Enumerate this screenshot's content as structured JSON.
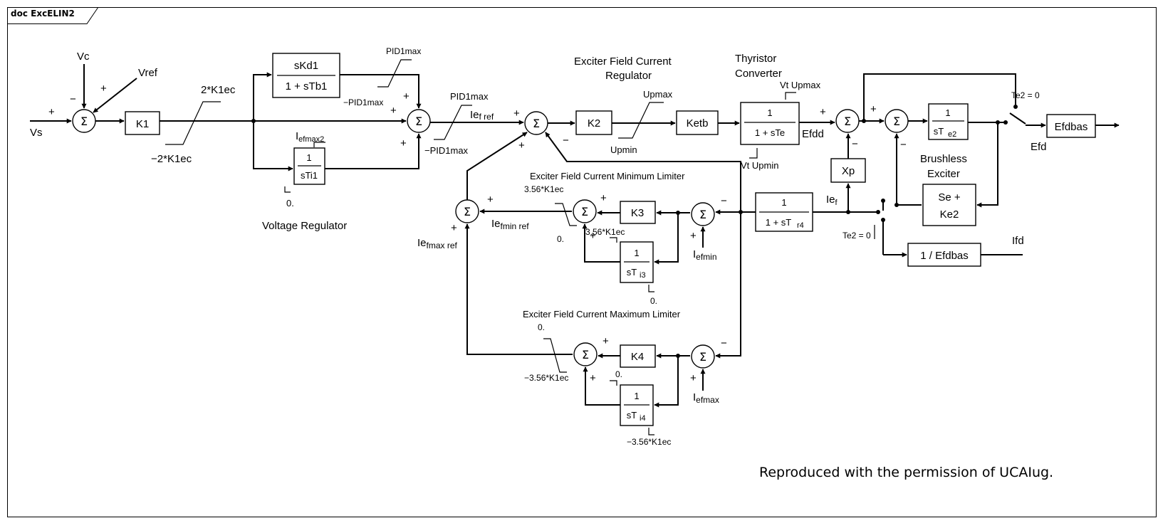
{
  "frame": {
    "tab_label": "doc ExcELIN2"
  },
  "credit": "Reproduced with the permission of UCAIug.",
  "titles": {
    "voltage_regulator": "Voltage Regulator",
    "field_current_regulator_1": "Exciter Field Current",
    "field_current_regulator_2": "Regulator",
    "thyristor_1": "Thyristor",
    "thyristor_2": "Converter",
    "brushless_1": "Brushless",
    "brushless_2": "Exciter",
    "min_limiter": "Exciter Field Current Minimum Limiter",
    "max_limiter": "Exciter Field Current Maximum Limiter"
  },
  "blocks": {
    "k1": "K1",
    "k2": "K2",
    "k3": "K3",
    "k4": "K4",
    "ketb": "Ketb",
    "xp": "Xp",
    "efdbas": "Efdbas",
    "inv_efdbas": "1 / Efdbas",
    "pid_num": "sKd1",
    "pid_den": "1 + sTb1",
    "ti1_num": "1",
    "ti1_den": "sTi1",
    "te_num": "1",
    "te_den": "1 + sTe",
    "te2_num": "1",
    "te2_den": "sT",
    "te2_sub": "e2",
    "tr4_num": "1",
    "tr4_den": "1 + sT",
    "tr4_sub": "r4",
    "ti3_num": "1",
    "ti3_den": "sT",
    "ti3_sub": "i3",
    "ti4_num": "1",
    "ti4_den": "sT",
    "ti4_sub": "i4",
    "se_1": "Se +",
    "se_2": "Ke2"
  },
  "sum_symbol": "Σ",
  "labels": {
    "vs": "Vs",
    "vc": "Vc",
    "vref": "Vref",
    "k1ec_pos": "2*K1ec",
    "k1ec_neg": "−2*K1ec",
    "pid1max_top": "PID1max",
    "pid1max_neg_top": "−PID1max",
    "pid1max_out": "PID1max",
    "pid1max_neg_out": "−PID1max",
    "iefmax2": "I",
    "iefmax2_sub": "efmax2",
    "zero_ti1": "0.",
    "ief_ref": "Ie",
    "ief_ref_sub": "f ref",
    "upmax": "Upmax",
    "upmin": "Upmin",
    "vt_upmax": "Vt Upmax",
    "vt_upmin": "Vt Upmin",
    "efdd": "Efdd",
    "efd": "Efd",
    "ifd": "Ifd",
    "ief": "Ie",
    "ief_sub": "f",
    "te2_zero_top": "Te2 = 0",
    "te2_zero_bottom": "Te2 = 0",
    "min_lim_pos": "3.56*K1ec",
    "min_lim_zero": "0.",
    "ti3_pos": "3.56*K1ec",
    "ti3_zero": "0.",
    "iefmin_ref": "Ie",
    "iefmin_ref_sub": "fmin ref",
    "iefmax_ref": "Ie",
    "iefmax_ref_sub": "fmax ref",
    "iefmin": "I",
    "iefmin_sub": "efmin",
    "iefmax": "I",
    "iefmax_sub": "efmax",
    "max_lim_zero": "0.",
    "max_lim_neg": "−3.56*K1ec",
    "ti4_zero": "0.",
    "ti4_neg": "−3.56*K1ec"
  },
  "signs": {
    "plus": "+",
    "minus": "−"
  }
}
